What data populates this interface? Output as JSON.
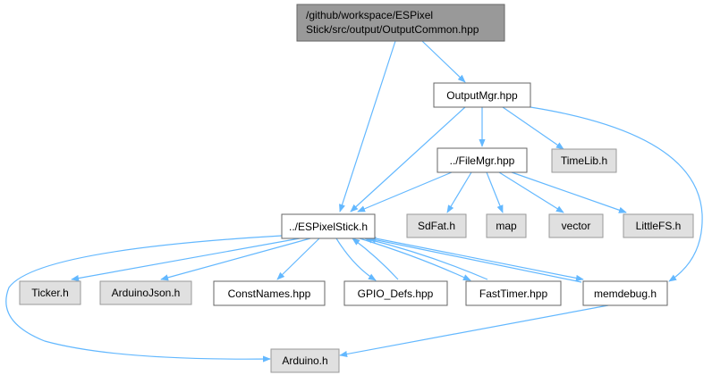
{
  "colors": {
    "edge": "#63b8ff",
    "root_fill": "#999999",
    "root_border": "#666666",
    "node_fill": "#ffffff",
    "node_border": "#666666",
    "external_fill": "#e0e0e0",
    "external_border": "#999999"
  },
  "nodes": {
    "root_line1": "/github/workspace/ESPixel",
    "root_line2": "Stick/src/output/OutputCommon.hpp",
    "output_mgr": "OutputMgr.hpp",
    "file_mgr": "../FileMgr.hpp",
    "time_lib": "TimeLib.h",
    "espixelstick": "../ESPixelStick.h",
    "sdfat": "SdFat.h",
    "map": "map",
    "vector": "vector",
    "littlefs": "LittleFS.h",
    "ticker": "Ticker.h",
    "arduino_json": "ArduinoJson.h",
    "const_names": "ConstNames.hpp",
    "gpio_defs": "GPIO_Defs.hpp",
    "fast_timer": "FastTimer.hpp",
    "memdebug": "memdebug.h",
    "arduino": "Arduino.h"
  }
}
